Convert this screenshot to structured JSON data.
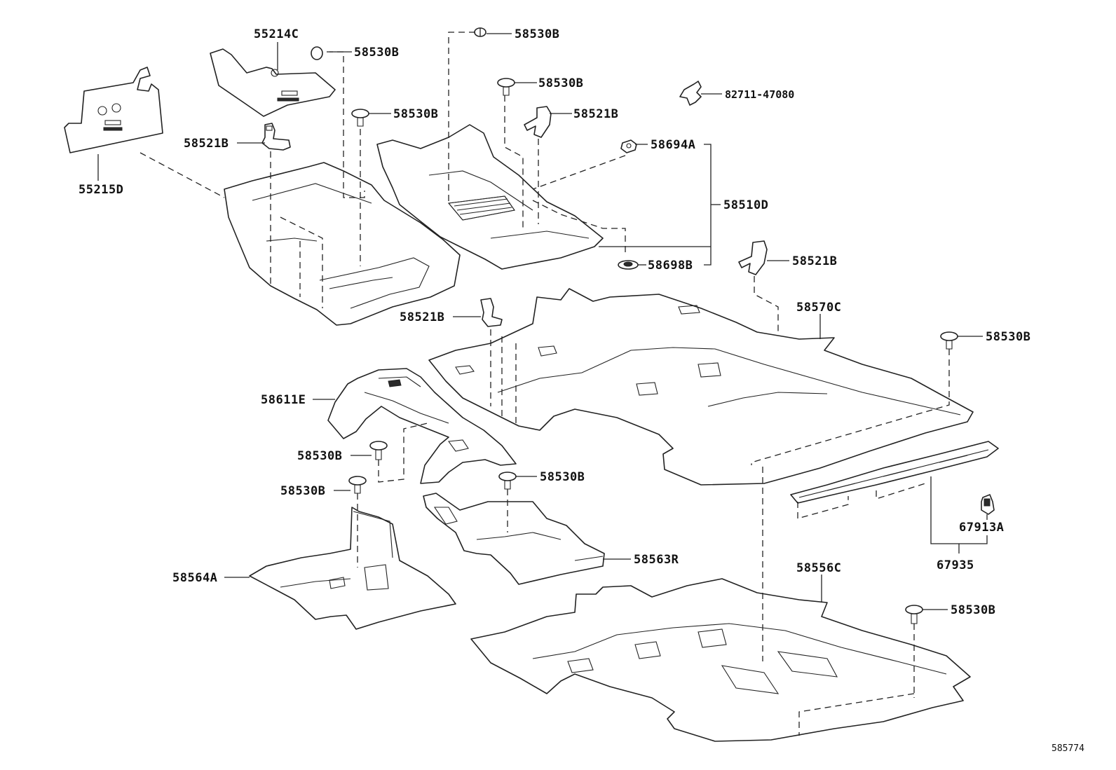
{
  "diagram_id": "585774",
  "labels": {
    "l_55214C": "55214C",
    "l_55215D": "55215D",
    "l_58530B_a": "58530B",
    "l_58530B_b": "58530B",
    "l_58530B_c": "58530B",
    "l_58530B_d": "58530B",
    "l_58530B_e": "58530B",
    "l_58530B_f": "58530B",
    "l_58530B_g": "58530B",
    "l_58530B_h": "58530B",
    "l_58530B_i": "58530B",
    "l_82711": "82711-47080",
    "l_58521B_a": "58521B",
    "l_58521B_b": "58521B",
    "l_58521B_c": "58521B",
    "l_58521B_d": "58521B",
    "l_58694A": "58694A",
    "l_58510D": "58510D",
    "l_58698B": "58698B",
    "l_58570C": "58570C",
    "l_58611E": "58611E",
    "l_58563R": "58563R",
    "l_58564A": "58564A",
    "l_58556C": "58556C",
    "l_67913A": "67913A",
    "l_67935": "67935"
  }
}
